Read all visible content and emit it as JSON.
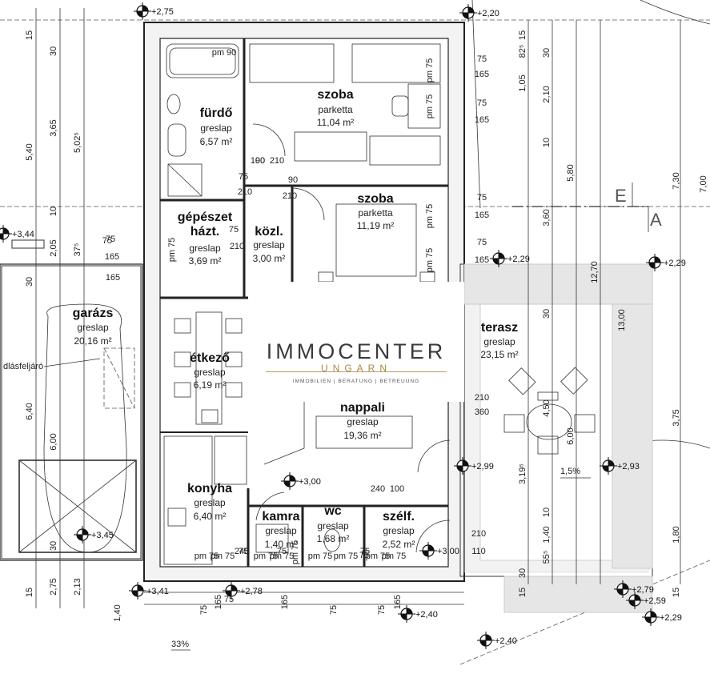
{
  "rooms": [
    {
      "id": "furdo",
      "name": "fürdő",
      "floor": "greslap",
      "area": "6,57 m²"
    },
    {
      "id": "szoba1",
      "name": "szoba",
      "floor": "parketta",
      "area": "11,04 m²"
    },
    {
      "id": "szoba2",
      "name": "szoba",
      "floor": "parketta",
      "area": "11,19 m²"
    },
    {
      "id": "gepeszet",
      "name": "gépészet",
      "name2": "házt.",
      "floor": "greslap",
      "area": "3,69 m²"
    },
    {
      "id": "kozl",
      "name": "közl.",
      "floor": "greslap",
      "area": "3,00 m²"
    },
    {
      "id": "garazs",
      "name": "garázs",
      "floor": "greslap",
      "area": "20,16 m²"
    },
    {
      "id": "etkezo",
      "name": "étkező",
      "floor": "greslap",
      "area": "6,19 m²"
    },
    {
      "id": "nappali",
      "name": "nappali",
      "floor": "greslap",
      "area": "19,36 m²"
    },
    {
      "id": "terasz",
      "name": "terasz",
      "floor": "greslap",
      "area": "23,15 m²"
    },
    {
      "id": "konyha",
      "name": "konyha",
      "floor": "greslap",
      "area": "6,40 m²"
    },
    {
      "id": "kamra",
      "name": "kamra",
      "floor": "greslap",
      "area": "1,40 m²"
    },
    {
      "id": "wc",
      "name": "wc",
      "floor": "greslap",
      "area": "1,68 m²"
    },
    {
      "id": "szelf",
      "name": "szélf.",
      "floor": "greslap",
      "area": "2,52 m²"
    }
  ],
  "levels": [
    "+2,75",
    "+2,20",
    "+3,44",
    "+2,29",
    "+2,29",
    "+2,93",
    "+2,99",
    "+3,00",
    "+3,45",
    "+3,00",
    "+3,41",
    "+2,78",
    "+2,40",
    "+2,79",
    "+2,59",
    "+2,29",
    "+2,40"
  ],
  "section_marks": [
    "E",
    "A"
  ],
  "annotations": {
    "dlas": "dlásfeljáró",
    "slope": "33%",
    "terrace_slope": "1,5%"
  },
  "dims": {
    "left_col": [
      "15",
      "5,40",
      "3,65",
      "30",
      "5,02⁵",
      "10",
      "2,05",
      "37⁵",
      "30",
      "6,40",
      "6,00",
      "30",
      "15",
      "2,75",
      "2,13",
      "1,40"
    ],
    "right_col": [
      "15",
      "82⁵",
      "1,05",
      "2,10",
      "30",
      "10",
      "5,80",
      "7,30",
      "7,00",
      "3,60",
      "12,70",
      "13,00",
      "30",
      "15",
      "4,50",
      "3,75",
      "6,00",
      "3,19⁵",
      "10",
      "1,40",
      "1,80",
      "30",
      "55⁵",
      "15"
    ],
    "interior": [
      "pm 90",
      "75",
      "165",
      "75",
      "165",
      "75",
      "165",
      "75",
      "165",
      "75",
      "210",
      "90",
      "210",
      "90",
      "210",
      "75",
      "210",
      "75",
      "165",
      "75",
      "165",
      "100",
      "210",
      "360",
      "240",
      "100",
      "210",
      "110",
      "240",
      "75",
      "210"
    ],
    "bottom": [
      "75",
      "165",
      "165",
      "75",
      "75",
      "165",
      "75",
      "75",
      "75",
      "75",
      "pm 75",
      "pm 75",
      "pm 75",
      "pm 75",
      "pm 75",
      "pm 75",
      "pm 75",
      "pm 75",
      "pm 75",
      "pm 75",
      "pm 75",
      "pm 75",
      "pm 75",
      "pm 75"
    ]
  },
  "logo": {
    "brand": "IMMOCENTER",
    "sub": "UNGARN",
    "tagline": "IMMOBILIEN | BERATUNG | BETREUUNG"
  }
}
